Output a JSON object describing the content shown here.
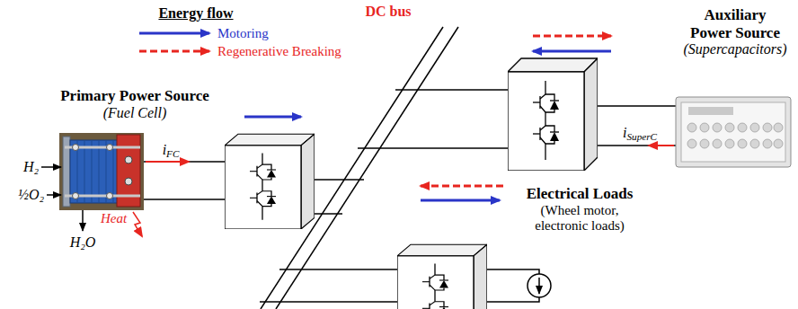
{
  "diagram": {
    "nodes": [
      {
        "text": [
          "Auxiliary Power Source",
          "(Supercapacitors)"
        ]
      },
      {
        "text": [
          "Primary Power Source",
          "(Fuel Cell)"
        ]
      },
      {
        "text": [
          "Electrical Loads",
          "(Wheel motor, electronic loads)"
        ]
      }
    ],
    "labels": [
      "Energy flow",
      "DC bus",
      "H₂",
      "½O₂",
      "H₂O",
      "Heat",
      "iFC",
      "iSuperC"
    ],
    "legend": [
      {
        "text": "Motoring"
      },
      {
        "text": "Regenerative Breaking"
      }
    ]
  }
}
